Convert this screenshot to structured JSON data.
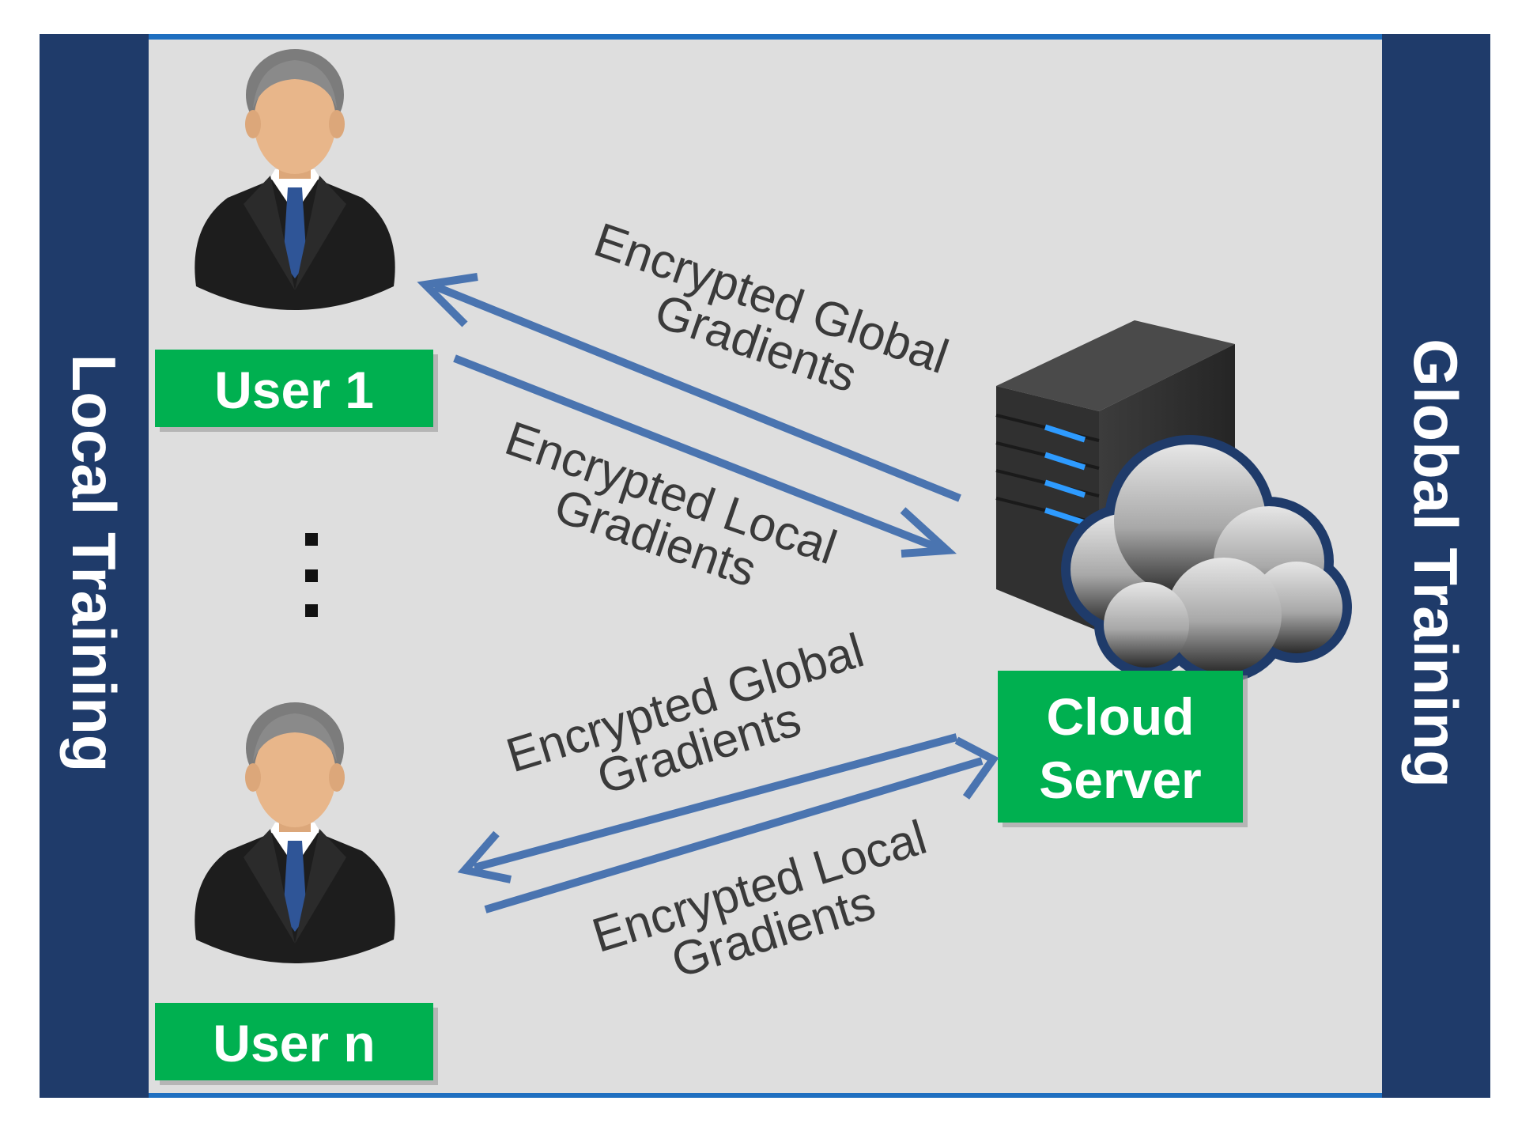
{
  "left_panel": {
    "label": "Local Training"
  },
  "right_panel": {
    "label": "Global Training"
  },
  "users": [
    {
      "label": "User 1"
    },
    {
      "label": "User n"
    }
  ],
  "ellipsis": "⋮",
  "server": {
    "label_line1": "Cloud",
    "label_line2": "Server"
  },
  "flows": {
    "top_global": {
      "line1": "Encrypted Global",
      "line2": "Gradients"
    },
    "top_local": {
      "line1": "Encrypted Local",
      "line2": "Gradients"
    },
    "bottom_global": {
      "line1": "Encrypted Global",
      "line2": "Gradients"
    },
    "bottom_local": {
      "line1": "Encrypted Local",
      "line2": "Gradients"
    }
  },
  "colors": {
    "panel_navy": "#1f3b6a",
    "frame_blue": "#1f6fc0",
    "canvas_gray": "#dedede",
    "label_green": "#00b050",
    "arrow_blue": "#4a74b0"
  }
}
